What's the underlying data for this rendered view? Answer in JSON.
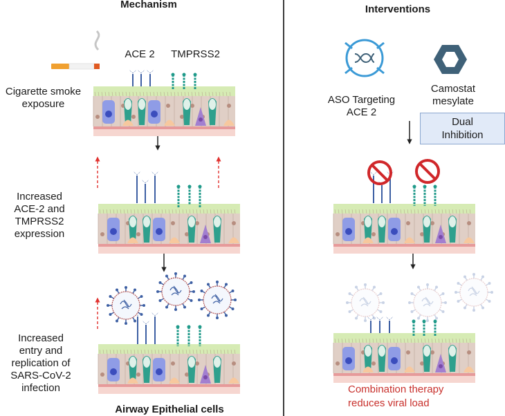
{
  "figure": {
    "left_panel": {
      "heading": "Mechanism",
      "footer": "Airway Epithelial cells",
      "receptor_labels": {
        "ace2": "ACE 2",
        "tmprss2": "TMPRSS2"
      },
      "rows": [
        {
          "lines": [
            "Cigarette smoke",
            "exposure"
          ]
        },
        {
          "lines": [
            "Increased",
            "ACE-2 and",
            "TMPRSS2",
            "expression"
          ]
        },
        {
          "lines": [
            "Increased",
            "entry and",
            "replication of",
            "SARS-CoV-2",
            "infection"
          ]
        }
      ]
    },
    "right_panel": {
      "heading": "Interventions",
      "drug_1": {
        "lines": [
          "ASO Targeting",
          "ACE 2"
        ],
        "icon": "dna-target-icon"
      },
      "drug_2": {
        "lines": [
          "Camostat",
          "mesylate"
        ],
        "icon": "hexagon-molecule-icon"
      },
      "box": {
        "lines": [
          "Dual",
          "Inhibition"
        ]
      },
      "outcome": {
        "lines": [
          "Combination therapy",
          "reduces viral load"
        ]
      }
    },
    "colors": {
      "ace2_blue": "#3d5fa3",
      "tmprss2_teal": "#1f9a8a",
      "inhibit_red": "#d0272a",
      "outcome_red": "#c8302c",
      "upregulation_arrow": "#e0302e",
      "aso_blue": "#3b9ad6",
      "camostat_slate": "#3f6178",
      "box_fill": "#e1eaf8",
      "box_border": "#8aa6cf"
    }
  }
}
